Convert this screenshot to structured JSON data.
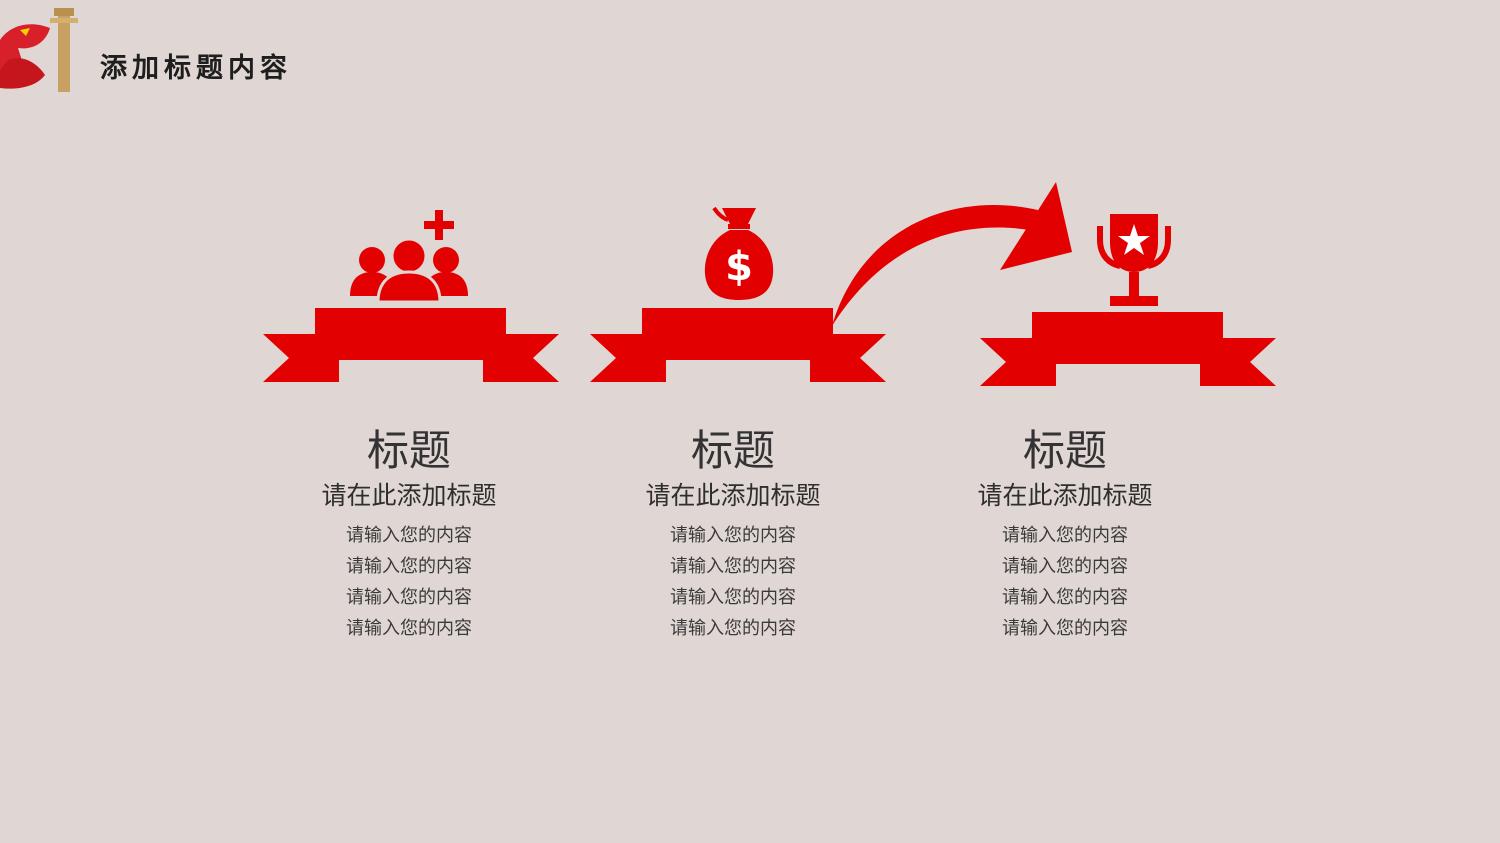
{
  "header": {
    "title": "添加标题内容"
  },
  "colors": {
    "accent": "#e30000",
    "background": "#e0d7d4",
    "text": "#333333"
  },
  "columns": [
    {
      "icon": "people-plus-icon",
      "title": "标题",
      "subtitle": "请在此添加标题",
      "lines": [
        "请输入您的内容",
        "请输入您的内容",
        "请输入您的内容",
        "请输入您的内容"
      ]
    },
    {
      "icon": "money-bag-icon",
      "title": "标题",
      "subtitle": "请在此添加标题",
      "lines": [
        "请输入您的内容",
        "请输入您的内容",
        "请输入您的内容",
        "请输入您的内容"
      ]
    },
    {
      "icon": "trophy-icon",
      "title": "标题",
      "subtitle": "请在此添加标题",
      "lines": [
        "请输入您的内容",
        "请输入您的内容",
        "请输入您的内容",
        "请输入您的内容"
      ]
    }
  ]
}
